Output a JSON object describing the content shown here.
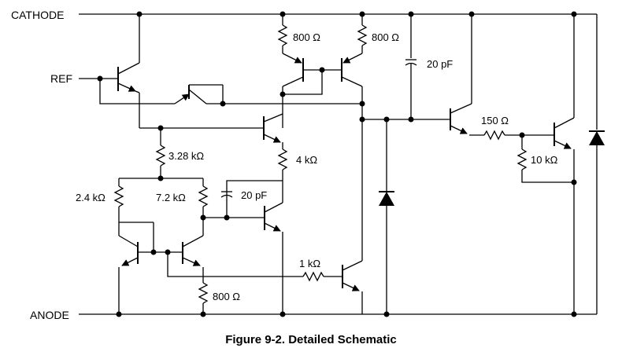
{
  "figure": {
    "caption": "Figure 9-2. Detailed Schematic"
  },
  "pins": {
    "cathode": "CATHODE",
    "ref": "REF",
    "anode": "ANODE"
  },
  "components": {
    "r_800_a": "800 Ω",
    "r_800_b": "800 Ω",
    "c_20pf_a": "20 pF",
    "r_150": "150 Ω",
    "r_10k": "10 kΩ",
    "r_3_28k": "3.28 kΩ",
    "r_4k": "4 kΩ",
    "r_2_4k": "2.4 kΩ",
    "r_7_2k": "7.2 kΩ",
    "c_20pf_b": "20 pF",
    "r_1k": "1 kΩ",
    "r_800_c": "800 Ω"
  }
}
